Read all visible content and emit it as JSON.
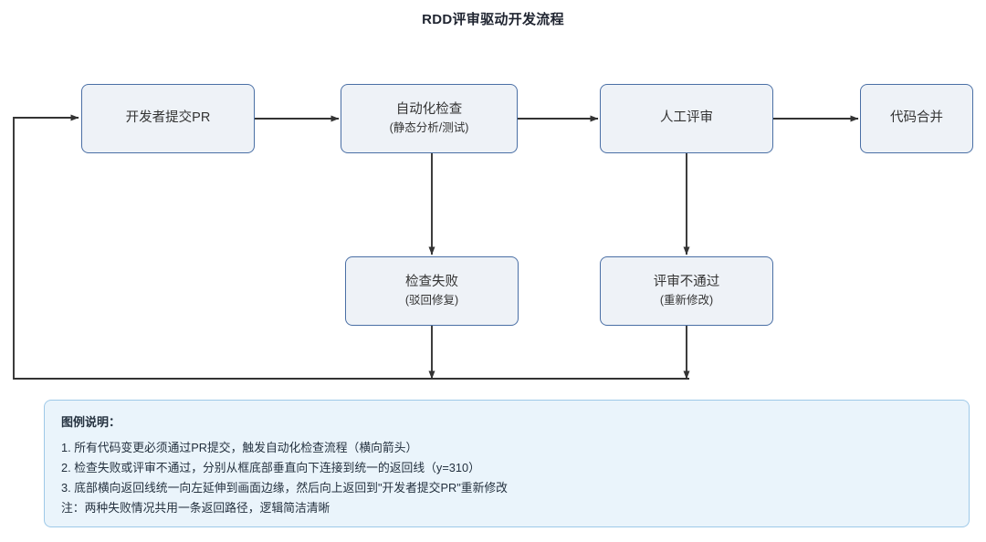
{
  "title": "RDD评审驱动开发流程",
  "colors": {
    "node_fill": "#eef2f7",
    "node_border": "#4a6fa5",
    "arrow": "#333333",
    "legend_fill": "#eaf4fb",
    "legend_border": "#9ec9e8",
    "text": "#333333",
    "background": "#ffffff"
  },
  "nodes": {
    "submit_pr": {
      "title": "开发者提交PR",
      "sub": ""
    },
    "auto_check": {
      "title": "自动化检查",
      "sub": "(静态分析/测试)"
    },
    "manual_review": {
      "title": "人工评审",
      "sub": ""
    },
    "code_merge": {
      "title": "代码合并",
      "sub": ""
    },
    "check_fail": {
      "title": "检查失败",
      "sub": "(驳回修复)"
    },
    "review_fail": {
      "title": "评审不通过",
      "sub": "(重新修改)"
    }
  },
  "legend": {
    "title": "图例说明：",
    "lines": [
      "1. 所有代码变更必须通过PR提交，触发自动化检查流程（横向箭头）",
      "2. 检查失败或评审不通过，分别从框底部垂直向下连接到统一的返回线（y=310）",
      "3. 底部横向返回线统一向左延伸到画面边缘，然后向上返回到\"开发者提交PR\"重新修改",
      "注：两种失败情况共用一条返回路径，逻辑简洁清晰"
    ]
  },
  "edges": [
    {
      "name": "submit-pr-to-auto-check",
      "kind": "horizontal-arrow"
    },
    {
      "name": "auto-check-to-manual-review",
      "kind": "horizontal-arrow"
    },
    {
      "name": "manual-review-to-code-merge",
      "kind": "horizontal-arrow"
    },
    {
      "name": "auto-check-to-check-fail",
      "kind": "vertical-arrow"
    },
    {
      "name": "manual-review-to-review-fail",
      "kind": "vertical-arrow"
    },
    {
      "name": "check-fail-to-return-line",
      "kind": "vertical-arrow"
    },
    {
      "name": "review-fail-to-return-line",
      "kind": "vertical-arrow"
    },
    {
      "name": "return-loop-to-submit-pr",
      "kind": "elbow-arrow"
    }
  ]
}
